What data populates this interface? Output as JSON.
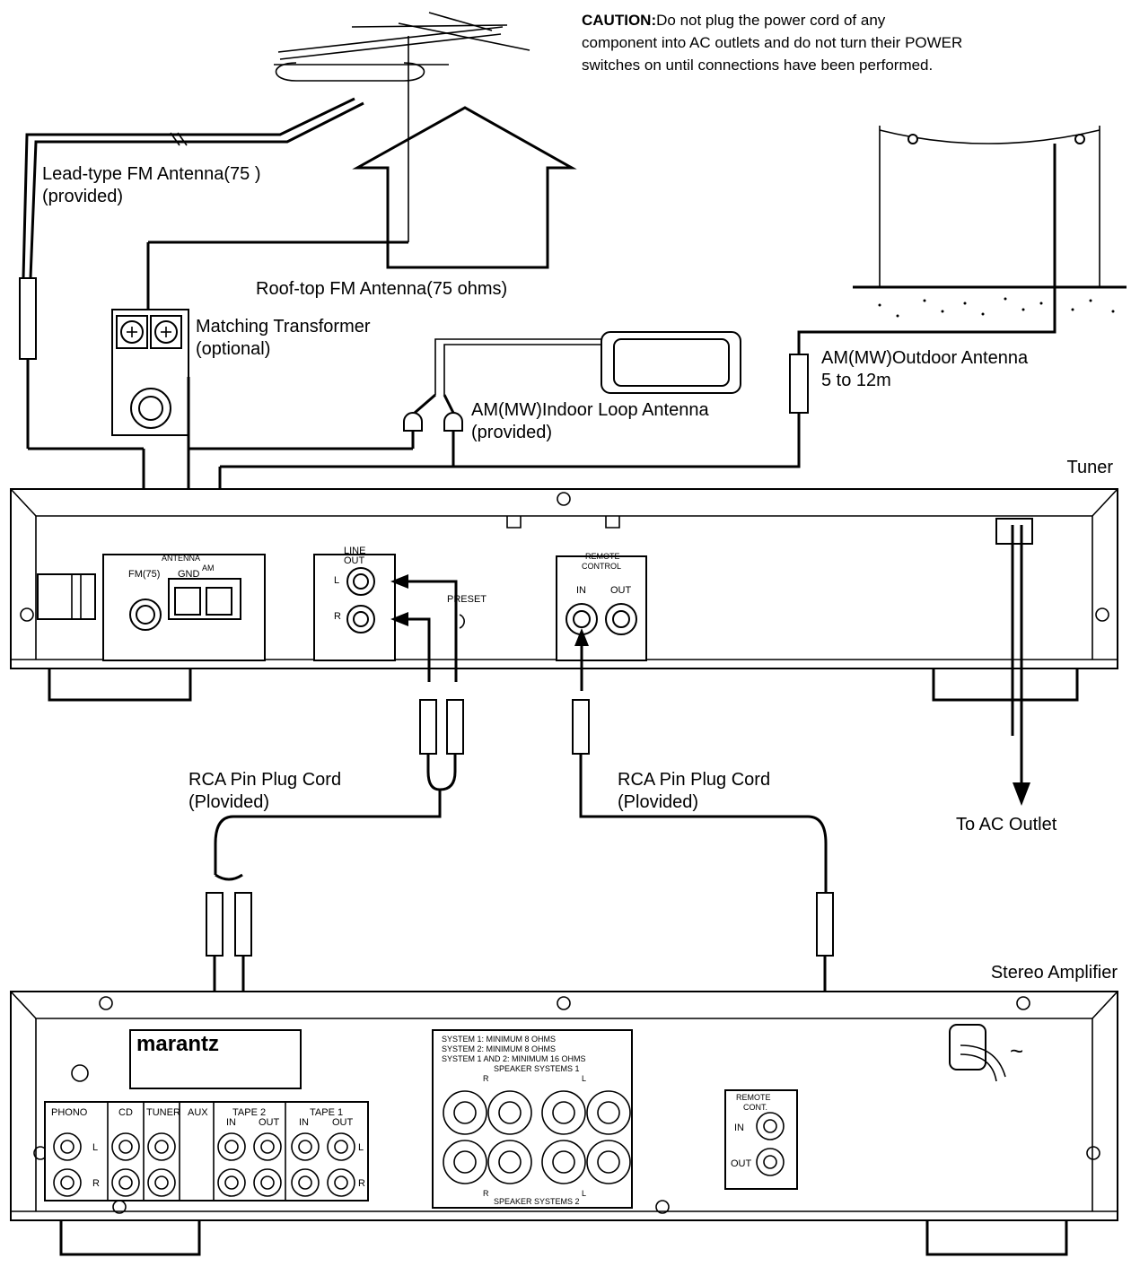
{
  "caution": {
    "title": "CAUTION:",
    "line1": "Do not plug the power cord of any",
    "line2": "component into AC outlets and do not turn their POWER",
    "line3": "switches on until connections have been performed."
  },
  "labels": {
    "lead_fm_line1": "Lead-type FM Antenna(75   )",
    "lead_fm_line2": "(provided)",
    "rooftop_fm": "Roof-top FM Antenna(75 ohms)",
    "matching_line1": "Matching Transformer",
    "matching_line2": "(optional)",
    "am_loop_line1": "AM(MW)Indoor Loop Antenna",
    "am_loop_line2": "(provided)",
    "am_outdoor_line1": "AM(MW)Outdoor Antenna",
    "am_outdoor_line2": "5 to 12m",
    "tuner": "Tuner",
    "rca_left_line1": "RCA Pin Plug Cord",
    "rca_left_line2": "(Plovided)",
    "rca_right_line1": "RCA Pin Plug Cord",
    "rca_right_line2": "(Plovided)",
    "to_ac": "To AC Outlet",
    "amp": "Stereo Amplifier"
  },
  "tuner_panel": {
    "antenna": "ANTENNA",
    "am": "AM",
    "fm": "FM(75)",
    "gnd": "GND",
    "line_out_1": "LINE",
    "line_out_2": "OUT",
    "l": "L",
    "r": "R",
    "preset": "PRESET",
    "remote_1": "REMOTE",
    "remote_2": "CONTROL",
    "in": "IN",
    "out": "OUT"
  },
  "amp_panel": {
    "brand": "marantz",
    "spk_note1": "SYSTEM 1: MINIMUM 8 OHMS",
    "spk_note2": "SYSTEM 2: MINIMUM 8 OHMS",
    "spk_note3": "SYSTEM 1 AND 2: MINIMUM 16 OHMS",
    "spk_sys1": "SPEAKER SYSTEMS 1",
    "spk_sys2": "SPEAKER SYSTEMS 2",
    "spk_r": "R",
    "spk_l": "L",
    "phono": "PHONO",
    "cd": "CD",
    "tuner": "TUNER",
    "aux": "AUX",
    "tape2": "TAPE 2",
    "tape1": "TAPE 1",
    "in": "IN",
    "out": "OUT",
    "l": "L",
    "r": "R",
    "remote_1": "REMOTE",
    "remote_2": "CONT.",
    "tilde": "~"
  }
}
